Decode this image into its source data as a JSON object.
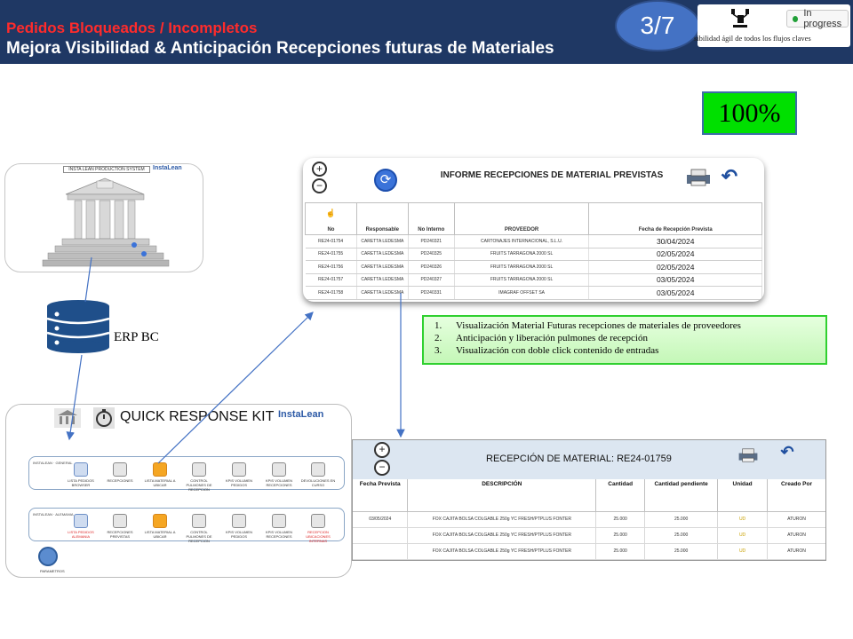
{
  "header": {
    "title_line1": "Pedidos Bloqueados / Incompletos",
    "title_line2": "Mejora Visibilidad & Anticipación Recepciones futuras de Materiales",
    "page_indicator": "3/7",
    "logo_tagline": "sibilidad ágil de todos los flujos claves",
    "status": "In progress"
  },
  "progress_badge": "100%",
  "production_system": {
    "title": "INSTA LEAN PRODUCTION SYSTEM",
    "logo": "InstaLean"
  },
  "erp": {
    "label": "ERP BC"
  },
  "quick_response_kit": {
    "title": "QUICK RESPONSE KIT",
    "logo": "InstaLean",
    "rows": [
      {
        "label": "INSTALEAN · GENERAL",
        "items": [
          "LISTA PEDIDOS BROWSER",
          "RECEPCIONES",
          "LISTA MATERIAL A UBICAR",
          "CONTROL PULMONES DE RECEPCION",
          "KPIS VOLUMEN PEDIDOS",
          "KPIS VOLUMEN RECEPCIONES",
          "DEVOLUCIONES EN CURSO"
        ]
      },
      {
        "label": "INSTALEAN · ALEMANIA",
        "items": [
          "LISTA PEDIDOS ALEMANIA",
          "RECEPCIONES PREVISTAS",
          "LISTA MATERIAL A UBICAR",
          "CONTROL PULMONES DE RECEPCION",
          "KPIS VOLUMEN PEDIDOS",
          "KPIS VOLUMEN RECEPCIONES",
          "RECEPCION UBICACIONES INTERNAS"
        ]
      }
    ],
    "params_label": "PARAMETROS"
  },
  "informe": {
    "title": "INFORME RECEPCIONES DE MATERIAL PREVISTAS",
    "columns": [
      "No",
      "Responsable",
      "No Interno",
      "PROVEEDOR",
      "Fecha de Recepción Prevista"
    ],
    "rows": [
      {
        "no": "RE24-01754",
        "resp": "CARETTA LEDESMA",
        "interno": "PD240321",
        "prov": "CARTONAJES INTERNACIONAL, S.L.U.",
        "fecha": "30/04/2024"
      },
      {
        "no": "RE24-01755",
        "resp": "CARETTA LEDESMA",
        "interno": "PD240325",
        "prov": "FRUITS TARRAGONA 2000 SL",
        "fecha": "02/05/2024"
      },
      {
        "no": "RE24-01756",
        "resp": "CARETTA LEDESMA",
        "interno": "PD240326",
        "prov": "FRUITS TARRAGONA 2000 SL",
        "fecha": "02/05/2024"
      },
      {
        "no": "RE24-01757",
        "resp": "CARETTA LEDESMA",
        "interno": "PD240327",
        "prov": "FRUITS TARRAGONA 2000 SL",
        "fecha": "03/05/2024"
      },
      {
        "no": "RE24-01758",
        "resp": "CARETTA LEDESMA",
        "interno": "PD240331",
        "prov": "IMAGRAF OFFSET SA",
        "fecha": "03/05/2024"
      }
    ]
  },
  "info_box": {
    "items": [
      {
        "num": "1.",
        "text": "Visualización Material Futuras recepciones de materiales de proveedores"
      },
      {
        "num": "2.",
        "text": "Anticipación y liberación pulmones de recepción"
      },
      {
        "num": "3.",
        "text": "Visualización con doble click contenido de entradas"
      }
    ]
  },
  "recepcion": {
    "title": "RECEPCIÓN DE MATERIAL: RE24-01759",
    "columns": [
      "Fecha Prevista",
      "DESCRIPCIÓN",
      "Cantidad",
      "Cantidad pendiente",
      "Unidad",
      "Creado Por"
    ],
    "rows": [
      {
        "fecha": "03/05/2024",
        "desc": "FOX CAJITA BOLSA COLGABLE 250g YC FRESH/PTPLUS FONTER",
        "cant": "25.000",
        "pend": "25.000",
        "unidad": "UD",
        "creado": "ATURON"
      },
      {
        "fecha": "",
        "desc": "FOX CAJITA BOLSA COLGABLE 250g YC FRESH/PTPLUS FONTER",
        "cant": "25.000",
        "pend": "25.000",
        "unidad": "UD",
        "creado": "ATURON"
      },
      {
        "fecha": "",
        "desc": "FOX CAJITA BOLSA COLGABLE 250g YC FRESH/PTPLUS FONTER",
        "cant": "25.000",
        "pend": "25.000",
        "unidad": "UD",
        "creado": "ATURON"
      }
    ]
  },
  "colors": {
    "header_bg": "#1f3864",
    "title_red": "#ff2b2b",
    "oval_blue": "#4472c4",
    "badge_green": "#00e000",
    "info_border": "#30d030",
    "arrow": "#4472c4"
  }
}
